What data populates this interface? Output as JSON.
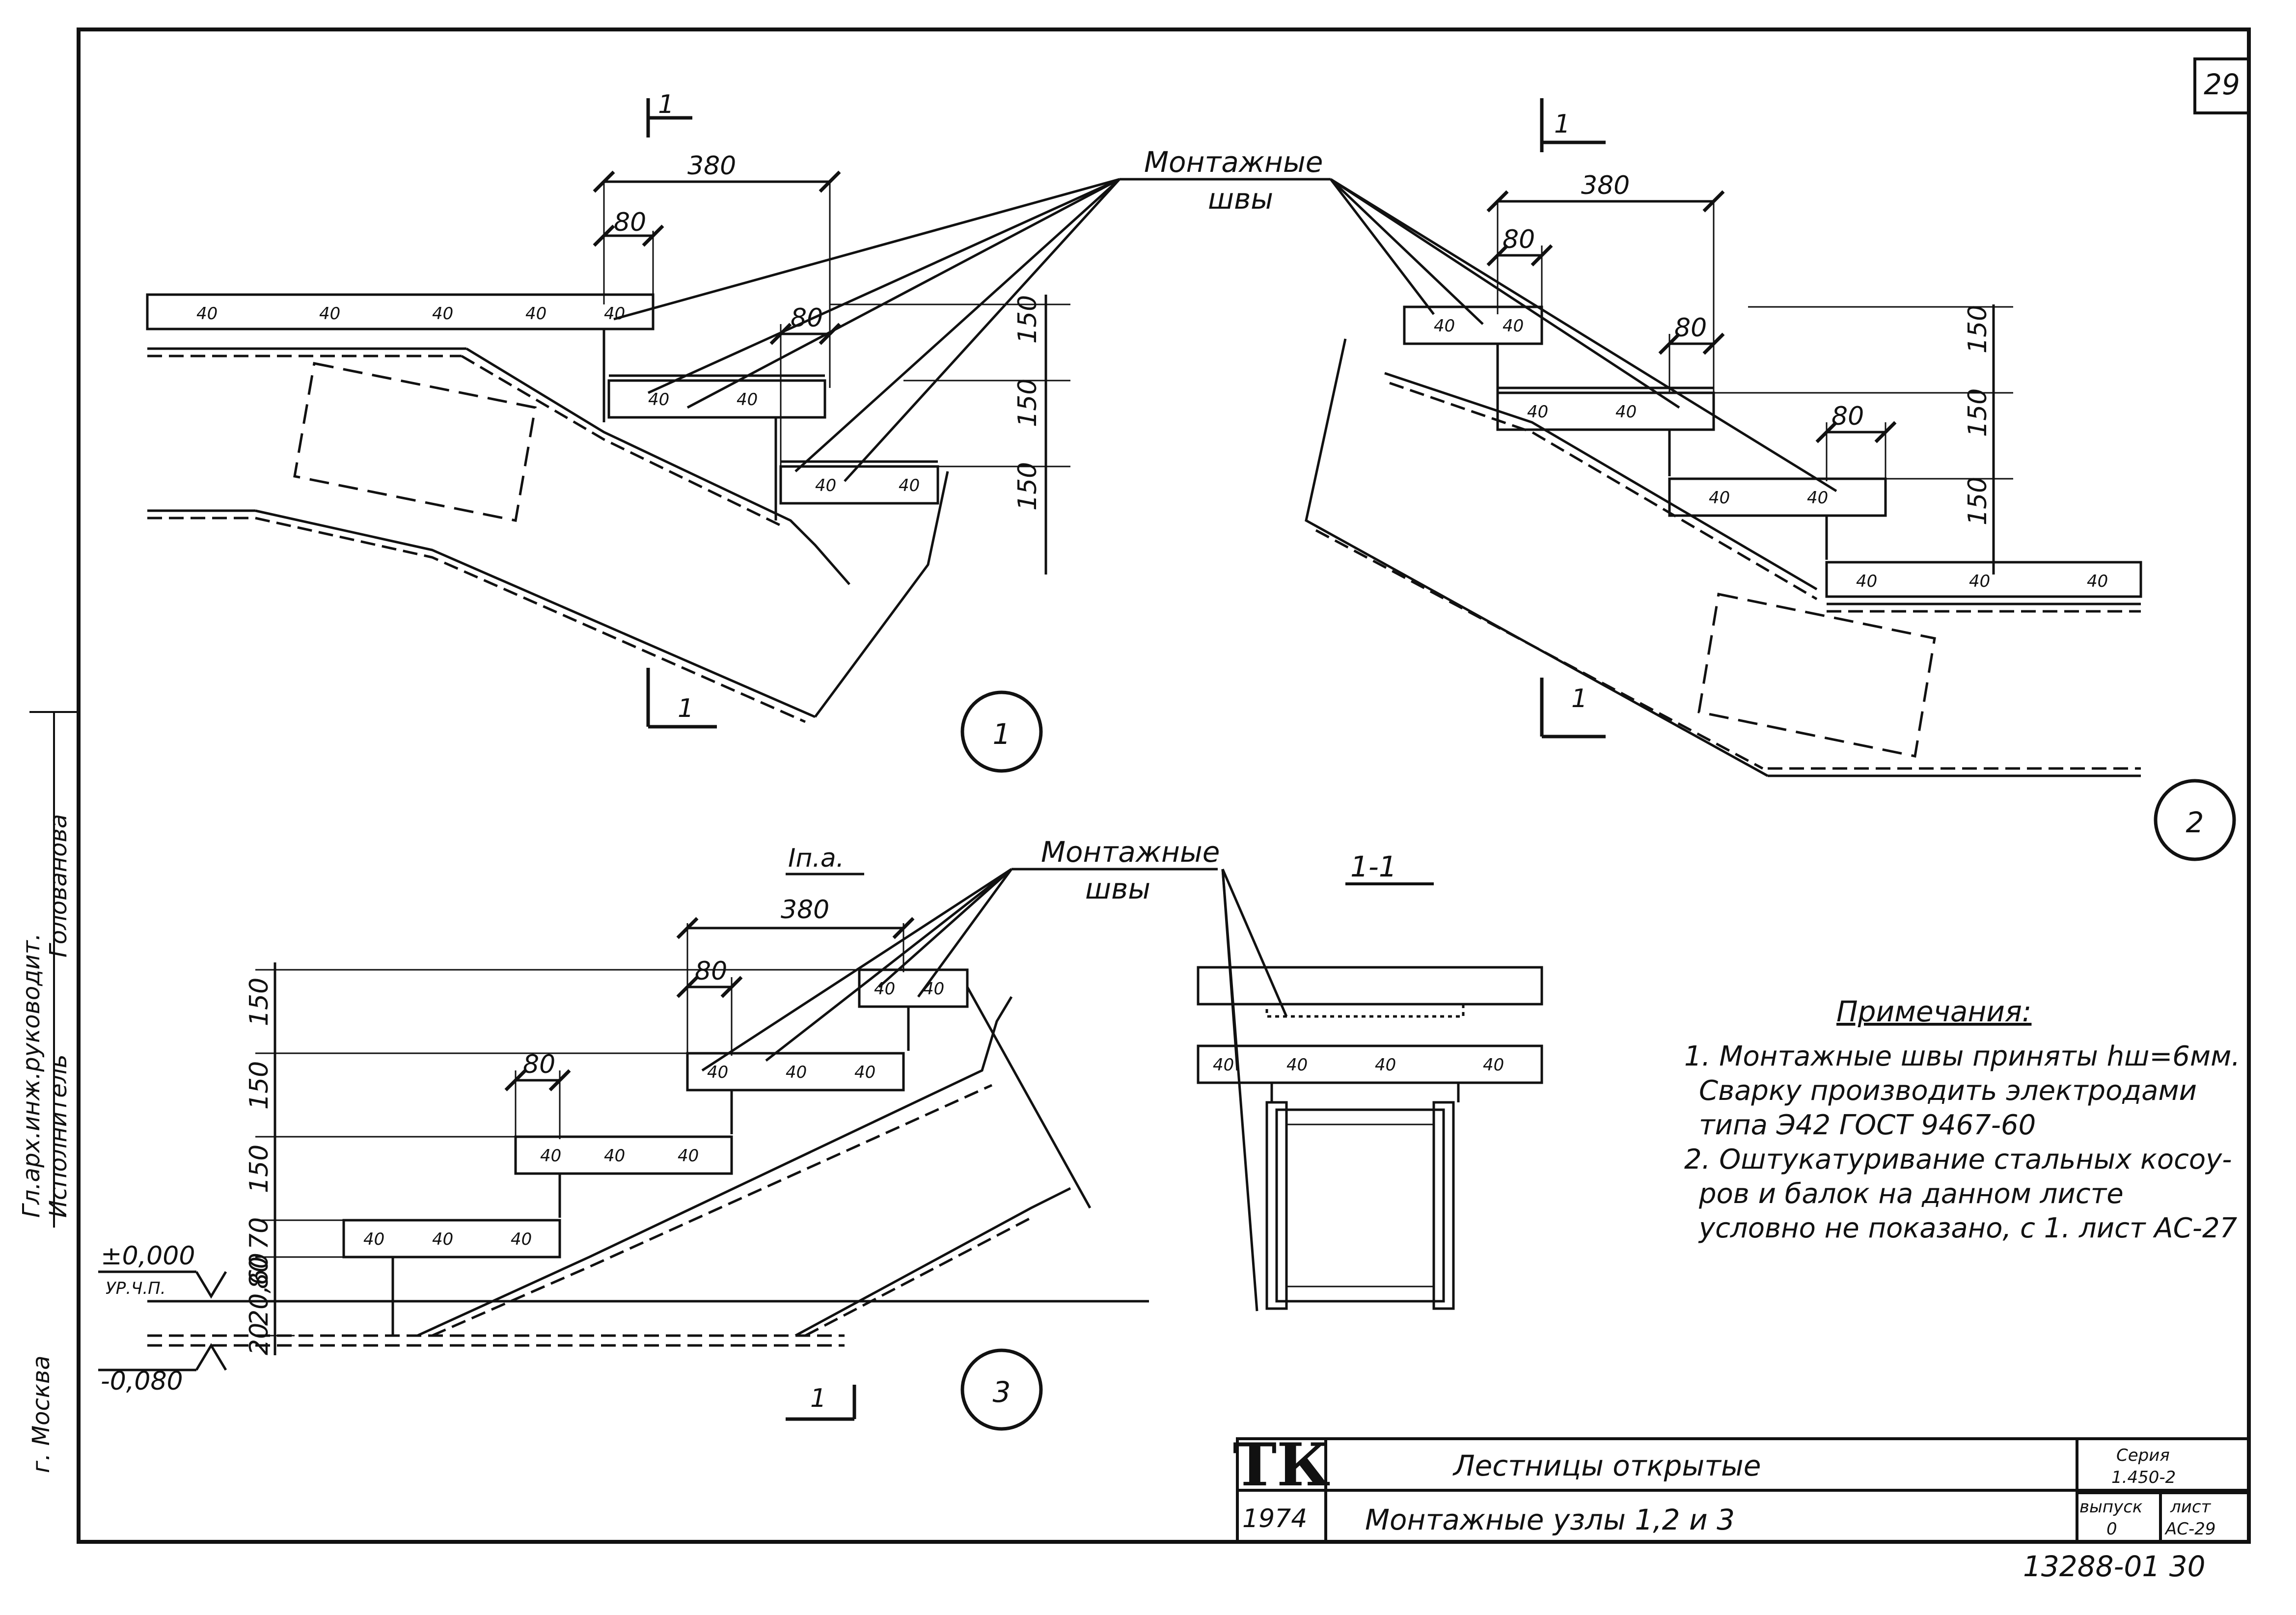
{
  "page_number": "29",
  "node_1": {
    "marker": "1",
    "section_top": "1",
    "section_bottom": "1",
    "dim_total": "380",
    "dim_tread_1": "80",
    "dim_tread_2": "80",
    "dim_riser_1": "150",
    "dim_riser_2": "150",
    "dim_riser_3": "150",
    "slab_marks_1": [
      "40",
      "40",
      "40",
      "40",
      "40"
    ],
    "slab_marks_2": [
      "40",
      "40"
    ],
    "slab_marks_3": [
      "40",
      "40"
    ]
  },
  "weld_label_top": {
    "line1": "Монтажные",
    "line2": "швы"
  },
  "node_2": {
    "marker": "2",
    "section_top": "1",
    "section_bottom": "1",
    "dim_total": "380",
    "dim_tread_1": "80",
    "dim_tread_2": "80",
    "dim_tread_3": "80",
    "dim_riser_1": "150",
    "dim_riser_2": "150",
    "dim_riser_3": "150",
    "slab_marks_1": [
      "40",
      "40"
    ],
    "slab_marks_2": [
      "40",
      "40"
    ],
    "slab_marks_3": [
      "40",
      "40"
    ],
    "slab_marks_4": [
      "40",
      "40",
      "40"
    ]
  },
  "node_3": {
    "marker": "3",
    "landing_label": "Iп.а.",
    "weld_label": {
      "line1": "Монтажные",
      "line2": "швы"
    },
    "section_bottom": "1",
    "dim_total": "380",
    "dim_tread_1": "80",
    "dim_tread_2": "80",
    "dim_risers": [
      "150",
      "150",
      "150",
      "70",
      "80",
      "20,60",
      "20"
    ],
    "level_plus": "±0,000",
    "level_plus_sub": "УР.Ч.П.",
    "level_minus": "-0,080",
    "slab_marks_1": [
      "40",
      "40"
    ],
    "slab_marks_2": [
      "40",
      "40",
      "40"
    ],
    "slab_marks_3": [
      "40",
      "40",
      "40"
    ],
    "slab_marks_4": [
      "40",
      "40",
      "40"
    ]
  },
  "section_1_1": {
    "label": "1-1",
    "slab_marks": [
      "40",
      "40",
      "40",
      "40"
    ]
  },
  "notes": {
    "title": "Примечания:",
    "lines": [
      "1. Монтажные швы приняты hш=6мм.",
      "Сварку производить электродами",
      "типа Э42 ГОСТ 9467-60",
      "2. Оштукатуривание стальных косоу-",
      "ров и балок на данном листе",
      "условно не показано, с 1. лист АС-27"
    ]
  },
  "stamp_left": {
    "lines": [
      "Гл.арх.инж.руководит.",
      "Исполнитель",
      "Голованова"
    ],
    "city": "г. Москва"
  },
  "title_block": {
    "logo": "ТК",
    "year": "1974",
    "title_main": "Лестницы открытые",
    "title_sub": "Монтажные узлы 1,2 и 3",
    "series_label": "Серия",
    "series_value": "1.450-2",
    "issue_label": "выпуск",
    "issue_value": "0",
    "sheet_label": "лист",
    "sheet_value": "АС-29"
  },
  "archive_number": "13288-01 30"
}
